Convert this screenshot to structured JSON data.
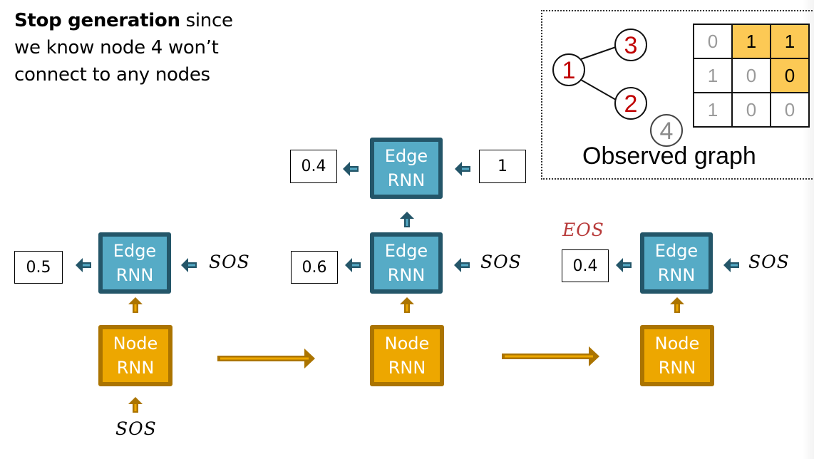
{
  "caption": {
    "bold": "Stop generation",
    "line1_rest": " since",
    "line2": "we know node 4 won’t",
    "line3": "connect to any nodes"
  },
  "observed_graph": {
    "label": "Observed graph",
    "nodes": [
      {
        "id": "1",
        "color": "#c00000"
      },
      {
        "id": "2",
        "color": "#c00000"
      },
      {
        "id": "3",
        "color": "#c00000"
      },
      {
        "id": "4",
        "color": "#8a8a8a"
      }
    ],
    "edges": [
      [
        "1",
        "3"
      ],
      [
        "1",
        "2"
      ]
    ],
    "adjacency": [
      [
        {
          "v": "0",
          "hl": false
        },
        {
          "v": "1",
          "hl": true
        },
        {
          "v": "1",
          "hl": true
        }
      ],
      [
        {
          "v": "1",
          "hl": false
        },
        {
          "v": "0",
          "hl": false
        },
        {
          "v": "0",
          "hl": true
        }
      ],
      [
        {
          "v": "1",
          "hl": false
        },
        {
          "v": "0",
          "hl": false
        },
        {
          "v": "0",
          "hl": false
        }
      ]
    ]
  },
  "colors": {
    "edge_fill": "#56abc6",
    "edge_border": "#245669",
    "node_fill": "#eda700",
    "node_border": "#ab7400",
    "highlight": "#fcc955",
    "eos": "#b83a3a"
  },
  "steps": [
    {
      "edge_label_1": "Edge",
      "edge_label_2": "RNN",
      "node_label_1": "Node",
      "node_label_2": "RNN",
      "edge_output": "0.5",
      "edge_input": "SOS",
      "node_input": "SOS"
    },
    {
      "edge_label_1": "Edge",
      "edge_label_2": "RNN",
      "node_label_1": "Node",
      "node_label_2": "RNN",
      "edge_output": "0.6",
      "edge_input": "SOS",
      "upper_edge": {
        "label_1": "Edge",
        "label_2": "RNN",
        "output": "0.4",
        "input": "1"
      }
    },
    {
      "edge_label_1": "Edge",
      "edge_label_2": "RNN",
      "node_label_1": "Node",
      "node_label_2": "RNN",
      "edge_output": "0.4",
      "edge_input": "SOS",
      "output_tag": "EOS"
    }
  ]
}
